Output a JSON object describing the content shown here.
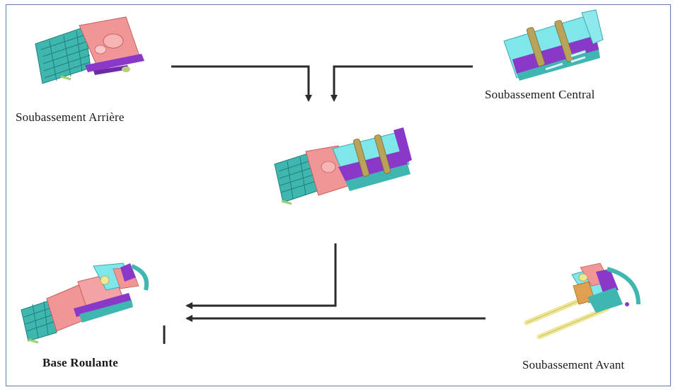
{
  "labels": {
    "arriere": "Soubassement Arrière",
    "central": "Soubassement Central",
    "base": "Base Roulante",
    "avant": "Soubassement Avant"
  },
  "colors": {
    "frame": "#5d7fae",
    "arrow": "#2b2b2b",
    "teal": "#3fb7b0",
    "pink": "#f09696",
    "purple": "#8a38c8",
    "cyan": "#7fe6ea",
    "olive": "#b9a35a",
    "yellow": "#eee79a"
  }
}
